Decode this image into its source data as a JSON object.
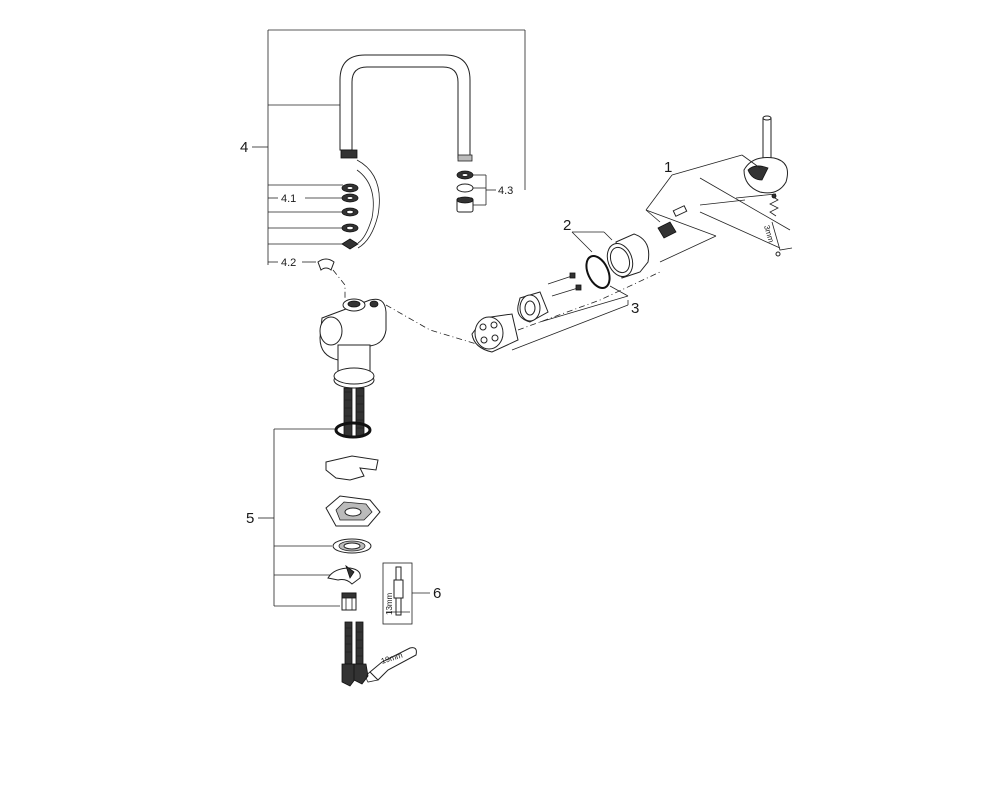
{
  "callouts": {
    "c1": "1",
    "c2": "2",
    "c3": "3",
    "c4": "4",
    "c4_1": "4.1",
    "c4_2": "4.2",
    "c4_3": "4.3",
    "c5": "5",
    "c6": "6"
  },
  "tool_sizes": {
    "hex_key": "3mm",
    "socket": "13mm",
    "wrench": "19mm"
  },
  "colors": {
    "line": "#222222",
    "dark_part": "#333333",
    "grey_part": "#bbbbbb"
  }
}
